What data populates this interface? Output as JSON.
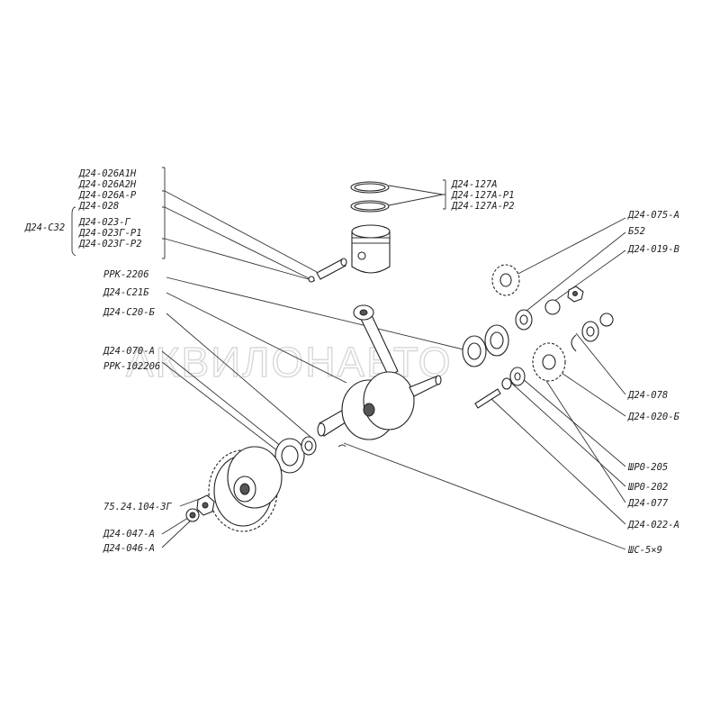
{
  "watermark": "АКВИЛОНАВТО",
  "group_label": "Д24-С32",
  "labels": {
    "l1": "Д24-026А1Н",
    "l2": "Д24-026А2Н",
    "l3": "Д24-026А-Р",
    "l4": "Д24-028",
    "l5": "Д24-023-Г",
    "l6": "Д24-023Г-Р1",
    "l7": "Д24-023Г-Р2",
    "l8": "Д24-127А",
    "l9": "Д24-127А-Р1",
    "l10": "Д24-127А-Р2",
    "l11": "РРК-2206",
    "l12": "Д24-С21Б",
    "l13": "Д24-С20-Б",
    "l14": "Д24-070-А",
    "l15": "РРК-102206",
    "l16": "75.24.104-3Г",
    "l17": "Д24-047-А",
    "l18": "Д24-046-А",
    "l19": "Д24-075-А",
    "l20": "Б52",
    "l21": "Д24-019-В",
    "l22": "Д24-078",
    "l23": "Д24-020-Б",
    "l24": "ШР0-205",
    "l25": "ШР0-202",
    "l26": "Д24-077",
    "l27": "Д24-022-А",
    "l28": "ШС-5×9"
  }
}
